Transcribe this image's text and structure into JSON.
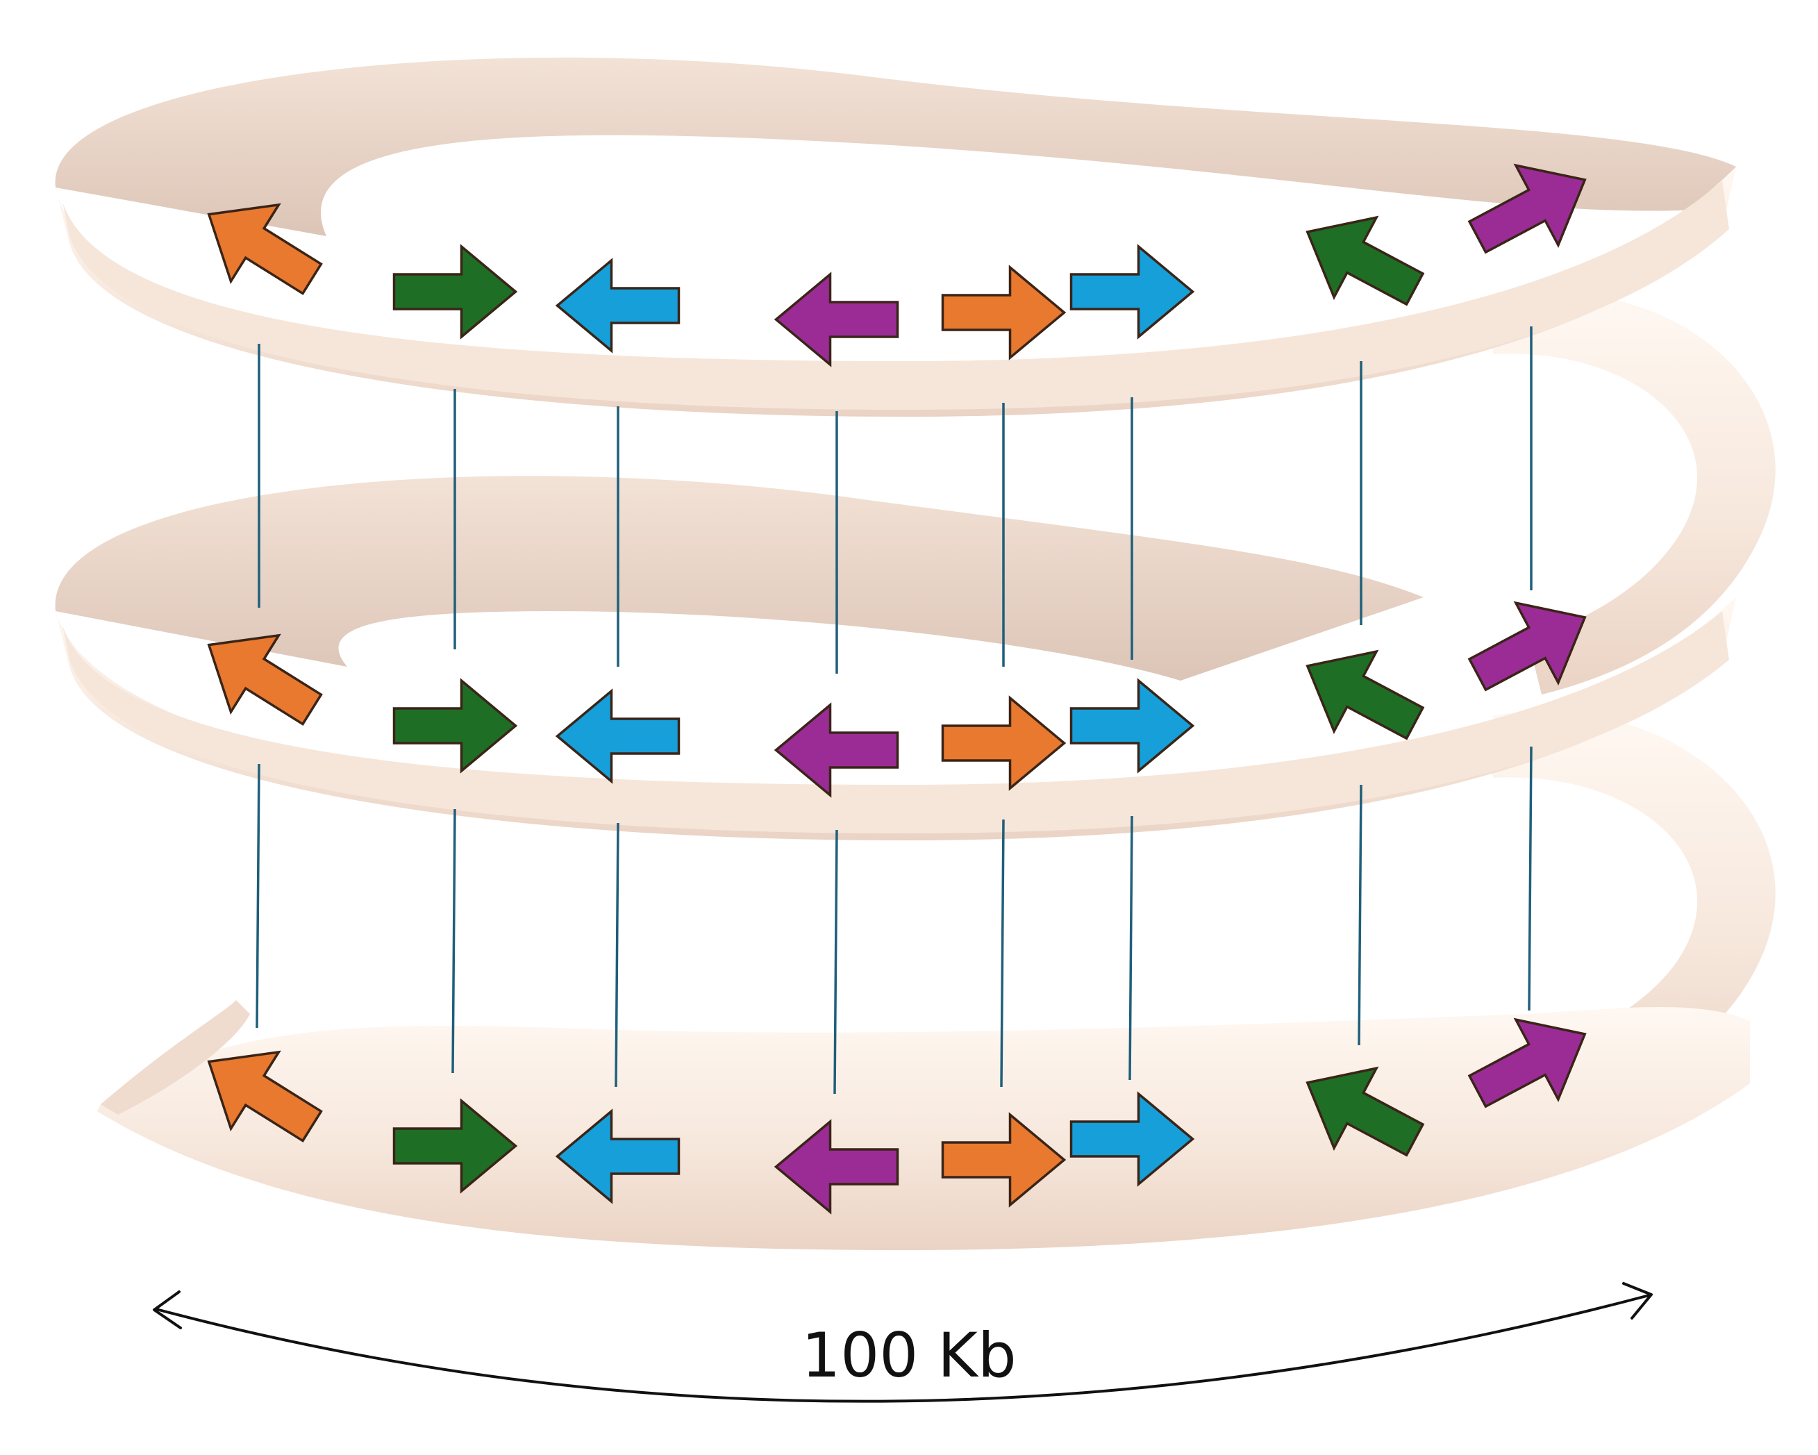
{
  "scale": {
    "label": "100 Kb"
  },
  "colors": {
    "tube_light": "#fbefe6",
    "tube_mid": "#f0ddd0",
    "tube_shadow": "#d9c2b4",
    "connector": "#1f5f7a",
    "orange": "#e8792e",
    "green": "#1f6e25",
    "blue": "#169fd8",
    "purple": "#9b2c96",
    "outline": "#3a2418"
  },
  "loci": [
    {
      "color": "orange",
      "direction": "left"
    },
    {
      "color": "green",
      "direction": "right"
    },
    {
      "color": "blue",
      "direction": "left"
    },
    {
      "color": "purple",
      "direction": "left"
    },
    {
      "color": "orange",
      "direction": "right"
    },
    {
      "color": "blue",
      "direction": "right"
    },
    {
      "color": "green",
      "direction": "left"
    },
    {
      "color": "purple",
      "direction": "right"
    }
  ],
  "turns": 3
}
